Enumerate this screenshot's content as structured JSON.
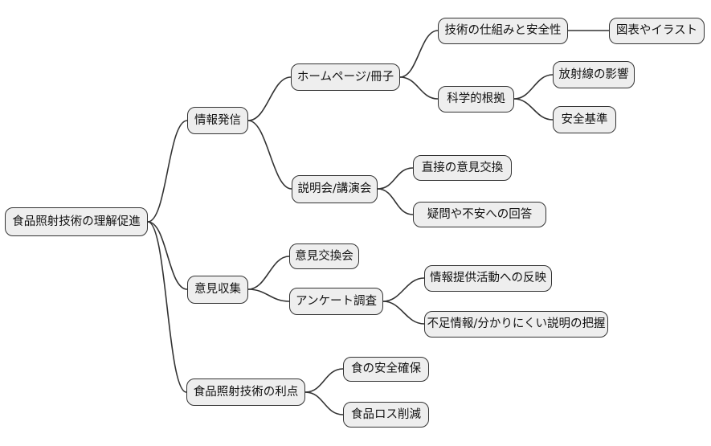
{
  "colors": {
    "background": "#ffffff",
    "node_fill": "#eeeeee",
    "node_border": "#333333",
    "edge": "#333333",
    "text": "#111111"
  },
  "mindmap": {
    "label": "食品照射技術の理解促進",
    "children": [
      {
        "label": "情報発信",
        "children": [
          {
            "label": "ホームページ/冊子",
            "children": [
              {
                "label": "技術の仕組みと安全性",
                "children": [
                  {
                    "label": "図表やイラスト"
                  }
                ]
              },
              {
                "label": "科学的根拠",
                "children": [
                  {
                    "label": "放射線の影響"
                  },
                  {
                    "label": "安全基準"
                  }
                ]
              }
            ]
          },
          {
            "label": "説明会/講演会",
            "children": [
              {
                "label": "直接の意見交換"
              },
              {
                "label": "疑問や不安への回答"
              }
            ]
          }
        ]
      },
      {
        "label": "意見収集",
        "children": [
          {
            "label": "意見交換会"
          },
          {
            "label": "アンケート調査",
            "children": [
              {
                "label": "情報提供活動への反映"
              },
              {
                "label": "不足情報/分かりにくい説明の把握"
              }
            ]
          }
        ]
      },
      {
        "label": "食品照射技術の利点",
        "children": [
          {
            "label": "食の安全確保"
          },
          {
            "label": "食品ロス削減"
          }
        ]
      }
    ]
  }
}
